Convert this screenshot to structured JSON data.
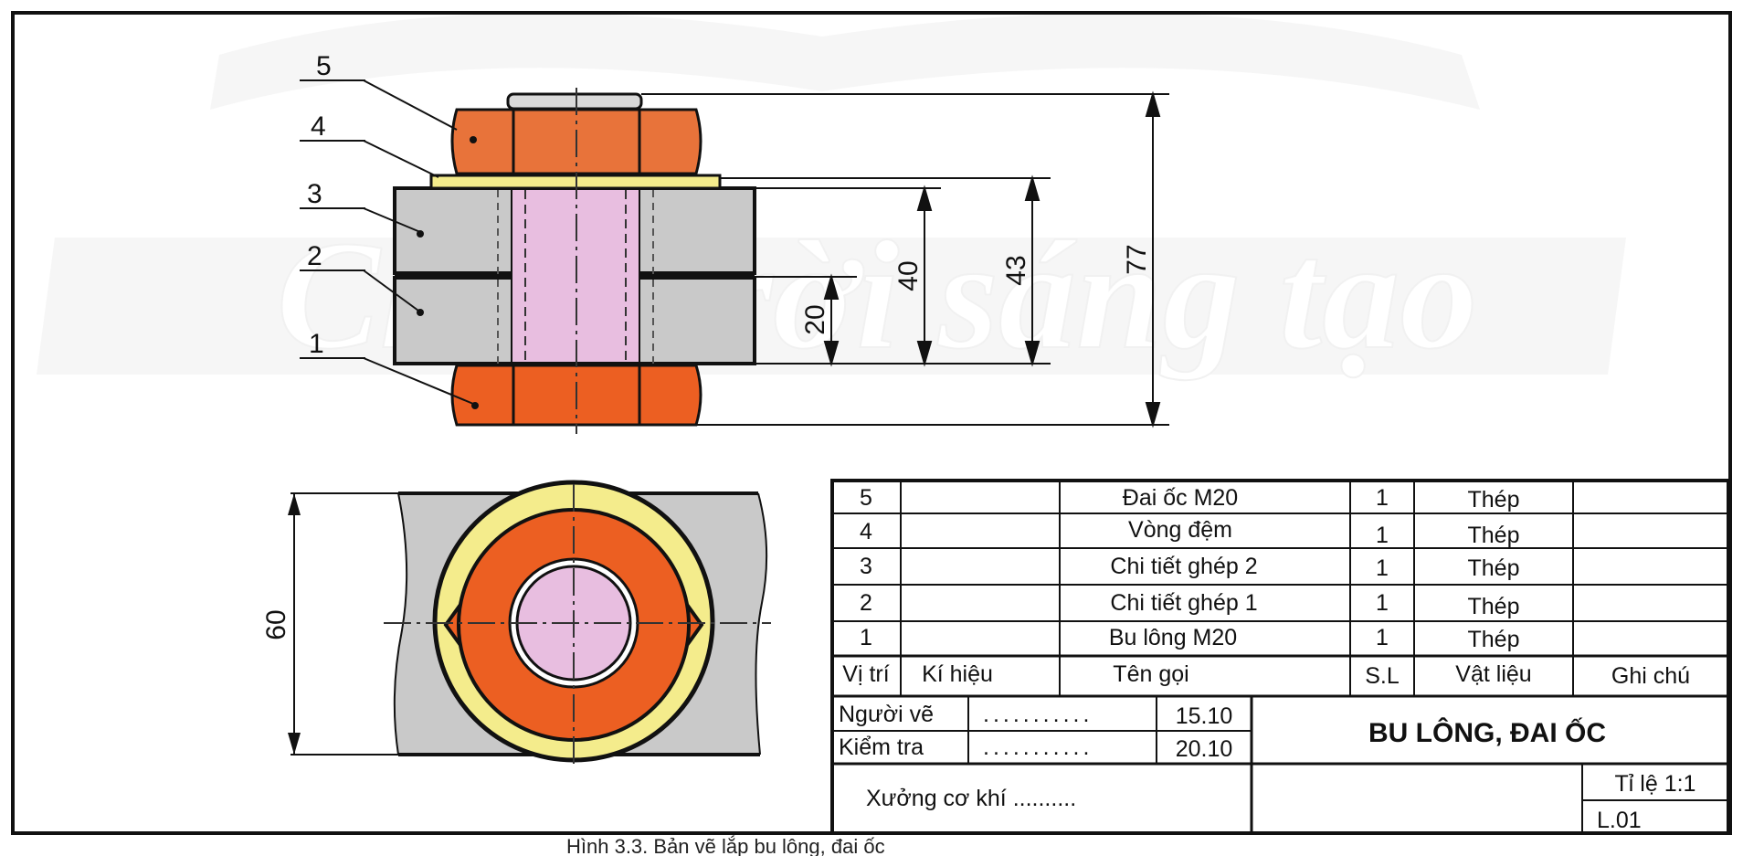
{
  "watermark": {
    "text": "Chân trời sáng tạo"
  },
  "callouts": [
    "1",
    "2",
    "3",
    "4",
    "5"
  ],
  "dimensions": {
    "d20": "20",
    "d40": "40",
    "d43": "43",
    "d77": "77",
    "d60": "60"
  },
  "parts_table": {
    "rows": [
      {
        "pos": "5",
        "symbol": "",
        "name": "Đai ốc M20",
        "qty": "1",
        "material": "Thép",
        "note": ""
      },
      {
        "pos": "4",
        "symbol": "",
        "name": "Vòng đệm",
        "qty": "1",
        "material": "Thép",
        "note": ""
      },
      {
        "pos": "3",
        "symbol": "",
        "name": "Chi tiết ghép 2",
        "qty": "1",
        "material": "Thép",
        "note": ""
      },
      {
        "pos": "2",
        "symbol": "",
        "name": "Chi tiết ghép 1",
        "qty": "1",
        "material": "Thép",
        "note": ""
      },
      {
        "pos": "1",
        "symbol": "",
        "name": "Bu lông M20",
        "qty": "1",
        "material": "Thép",
        "note": ""
      }
    ],
    "headers": {
      "pos": "Vị trí",
      "symbol": "Kí hiệu",
      "name": "Tên gọi",
      "qty": "S.L",
      "material": "Vật liệu",
      "note": "Ghi chú"
    }
  },
  "title_block": {
    "drawn_by_label": "Người vẽ",
    "drawn_by_dots": "...........",
    "drawn_date": "15.10",
    "checked_label": "Kiểm tra",
    "checked_dots": "...........",
    "checked_date": "20.10",
    "title": "BU LÔNG, ĐAI ỐC",
    "workshop": "Xưởng cơ khí ..........",
    "scale": "Tỉ lệ 1:1",
    "sheet": "L.01"
  },
  "colors": {
    "nut": "#e8733a",
    "nut_bottom": "#ec5f22",
    "washer": "#f4ec8c",
    "plate": "#c9c9c9",
    "bolt_shank": "#e8bee0",
    "outline": "#111111"
  },
  "caption": "Hình 3.3. Bản vẽ lắp bu lông, đai ốc"
}
